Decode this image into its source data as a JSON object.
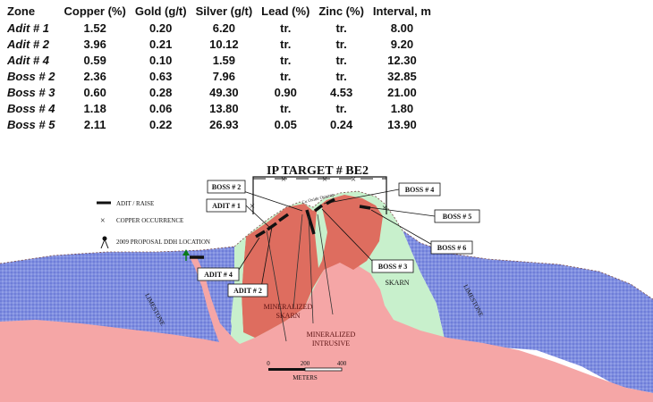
{
  "table": {
    "headers": [
      "Zone",
      "Copper (%)",
      "Gold (g/t)",
      "Silver (g/t)",
      "Lead (%)",
      "Zinc (%)",
      "Interval, m"
    ],
    "rows": [
      [
        "Adit # 1",
        "1.52",
        "0.20",
        "6.20",
        "tr.",
        "tr.",
        "8.00"
      ],
      [
        "Adit # 2",
        "3.96",
        "0.21",
        "10.12",
        "tr.",
        "tr.",
        "9.20"
      ],
      [
        "Adit # 4",
        "0.59",
        "0.10",
        "1.59",
        "tr.",
        "tr.",
        "12.30"
      ],
      [
        "Boss # 2",
        "2.36",
        "0.63",
        "7.96",
        "tr.",
        "tr.",
        "32.85"
      ],
      [
        "Boss # 3",
        "0.60",
        "0.28",
        "49.30",
        "0.90",
        "4.53",
        "21.00"
      ],
      [
        "Boss # 4",
        "1.18",
        "0.06",
        "13.80",
        "tr.",
        "tr.",
        "1.80"
      ],
      [
        "Boss # 5",
        "2.11",
        "0.22",
        "26.93",
        "0.05",
        "0.24",
        "13.90"
      ]
    ]
  },
  "section": {
    "title": "IP TARGET # BE2",
    "legend": {
      "adit": "ADIT / RAISE",
      "occurrence": "COPPER OCCURRENCE",
      "ddh": "2009 PROPOSAL DDH LOCATION"
    },
    "callouts": {
      "boss2": "BOSS # 2",
      "adit1": "ADIT # 1",
      "boss4": "BOSS # 4",
      "boss5": "BOSS # 5",
      "boss6": "BOSS # 6",
      "boss3": "BOSS # 3",
      "adit4": "ADIT # 4",
      "adit2": "ADIT # 2"
    },
    "outcrop_label": "Cu Oxide Outcrop",
    "units": {
      "limestone_left": "LIMESTONE",
      "limestone_right": "LIMESTONE",
      "mineralized_skarn_1": "MINERALIZED",
      "mineralized_skarn_2": "SKARN",
      "mineralized_intrusive_1": "MINERALIZED",
      "mineralized_intrusive_2": "INTRUSIVE",
      "skarn": "SKARN"
    },
    "scale": {
      "ticks": [
        "0",
        "200",
        "400"
      ],
      "unit": "METERS"
    },
    "colors": {
      "limestone": "#7f8ee0",
      "intrusive": "#f5a6a6",
      "mineralized_skarn": "#de6d5f",
      "skarn": "#c8f0cc"
    }
  }
}
